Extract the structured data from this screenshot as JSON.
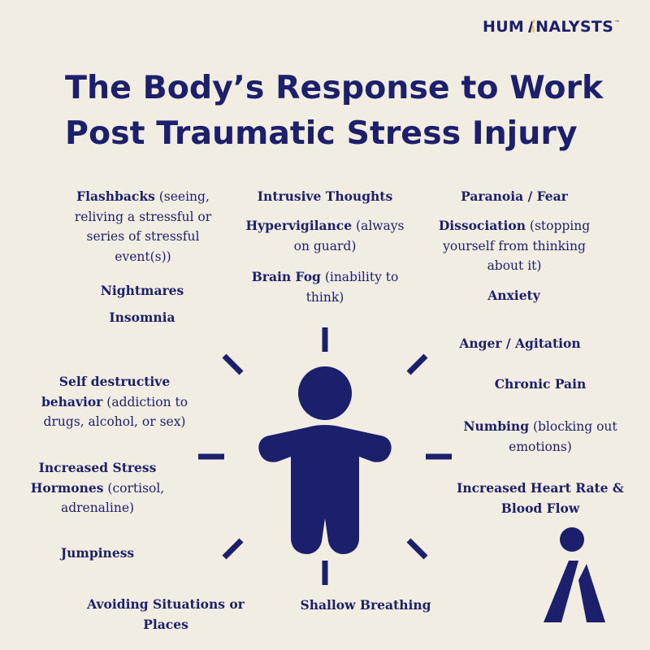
{
  "brand": {
    "name_prefix": "HUM",
    "name_suffix": "NALYSTS",
    "trademark": "™"
  },
  "title": {
    "line1": "The Body’s Response to Work",
    "line2": "Post Traumatic Stress Injury"
  },
  "colors": {
    "navy": "#1c1f6b",
    "yellow": "#f2c233",
    "background": "#f2ede3"
  },
  "symptoms": {
    "flashbacks": {
      "term": "Flashbacks",
      "desc": " (seeing, reliving a stressful or series of stressful event(s))"
    },
    "intrusive_thoughts": {
      "term": "Intrusive Thoughts",
      "desc": ""
    },
    "paranoia": {
      "term": "Paranoia / Fear",
      "desc": ""
    },
    "hypervigilance": {
      "term": "Hypervigilance",
      "desc": " (always on guard)"
    },
    "dissociation": {
      "term": "Dissociation",
      "desc": " (stopping yourself from thinking about it)"
    },
    "brain_fog": {
      "term": "Brain Fog",
      "desc": " (inability to think)"
    },
    "nightmares": {
      "term": "Nightmares",
      "desc": ""
    },
    "insomnia": {
      "term": "Insomnia",
      "desc": ""
    },
    "anxiety": {
      "term": "Anxiety",
      "desc": ""
    },
    "anger": {
      "term": "Anger / Agitation",
      "desc": ""
    },
    "self_destructive": {
      "term": "Self destructive behavior",
      "desc": " (addiction to drugs, alcohol, or sex)"
    },
    "chronic_pain": {
      "term": "Chronic Pain",
      "desc": ""
    },
    "numbing": {
      "term": "Numbing",
      "desc": " (blocking out emotions)"
    },
    "stress_hormones": {
      "term": "Increased Stress Hormones",
      "desc": " (cortisol, adrenaline)"
    },
    "heart_rate": {
      "term": "Increased Heart Rate & Blood Flow",
      "desc": ""
    },
    "jumpiness": {
      "term": "Jumpiness",
      "desc": ""
    },
    "avoiding": {
      "term": "Avoiding Situations or Places",
      "desc": ""
    },
    "shallow_breathing": {
      "term": "Shallow Breathing",
      "desc": ""
    }
  }
}
